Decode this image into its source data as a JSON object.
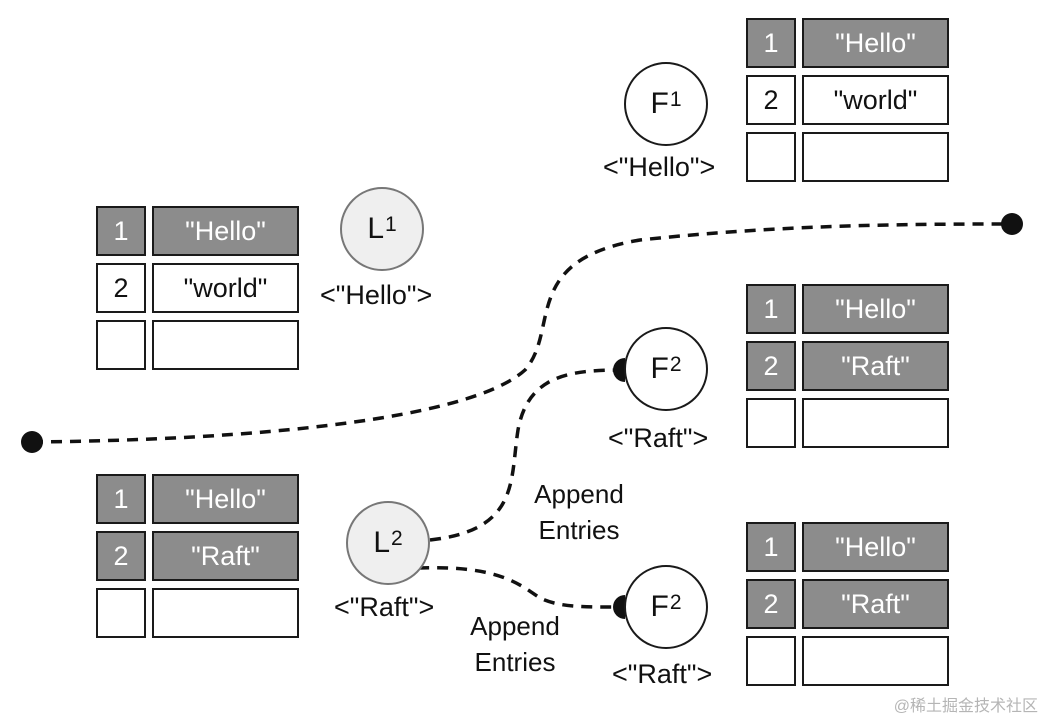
{
  "nodes": {
    "f1": {
      "letter": "F",
      "term": "1",
      "label": "<\"Hello\">"
    },
    "l1": {
      "letter": "L",
      "term": "1",
      "label": "<\"Hello\">"
    },
    "f2_top": {
      "letter": "F",
      "term": "2",
      "label": "<\"Raft\">"
    },
    "l2": {
      "letter": "L",
      "term": "2",
      "label": "<\"Raft\">"
    },
    "f2_bottom": {
      "letter": "F",
      "term": "2",
      "label": "<\"Raft\">"
    }
  },
  "logs": {
    "f1": [
      {
        "index": "1",
        "value": "\"Hello\"",
        "committed": true
      },
      {
        "index": "2",
        "value": "\"world\"",
        "committed": false
      },
      {
        "index": "",
        "value": "",
        "committed": false
      }
    ],
    "l1": [
      {
        "index": "1",
        "value": "\"Hello\"",
        "committed": true
      },
      {
        "index": "2",
        "value": "\"world\"",
        "committed": false
      },
      {
        "index": "",
        "value": "",
        "committed": false
      }
    ],
    "f2_top": [
      {
        "index": "1",
        "value": "\"Hello\"",
        "committed": true
      },
      {
        "index": "2",
        "value": "\"Raft\"",
        "committed": true
      },
      {
        "index": "",
        "value": "",
        "committed": false
      }
    ],
    "l2": [
      {
        "index": "1",
        "value": "\"Hello\"",
        "committed": true
      },
      {
        "index": "2",
        "value": "\"Raft\"",
        "committed": true
      },
      {
        "index": "",
        "value": "",
        "committed": false
      }
    ],
    "f2_bottom": [
      {
        "index": "1",
        "value": "\"Hello\"",
        "committed": true
      },
      {
        "index": "2",
        "value": "\"Raft\"",
        "committed": true
      },
      {
        "index": "",
        "value": "",
        "committed": false
      }
    ]
  },
  "messages": {
    "top": {
      "line1": "Append",
      "line2": "Entries"
    },
    "bottom": {
      "line1": "Append",
      "line2": "Entries"
    }
  },
  "colors": {
    "committed": "#8c8c8c",
    "leader_fill": "#efefef"
  },
  "watermark": "@稀土掘金技术社区"
}
